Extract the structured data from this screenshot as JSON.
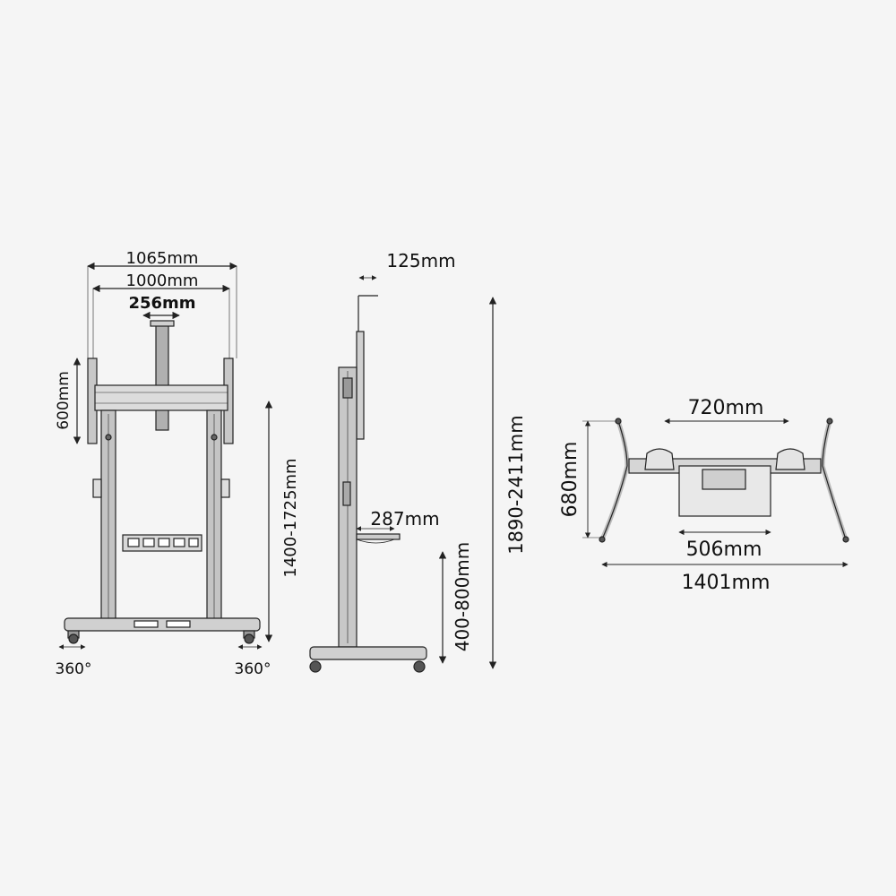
{
  "front_view": {
    "width_outer": "1065mm",
    "width_inner": "1000mm",
    "column_width": "256mm",
    "bracket_height": "600mm",
    "height_range": "1400-1725mm",
    "caster_left": "360°",
    "caster_right": "360°"
  },
  "side_view": {
    "depth_top": "125mm",
    "shelf_depth": "287mm",
    "shelf_height_range": "400-800mm",
    "total_height_range": "1890-2411mm"
  },
  "top_view": {
    "mount_spacing": "720mm",
    "depth": "680mm",
    "inner_width": "506mm",
    "base_width": "1401mm"
  },
  "colors": {
    "background": "#f5f5f5",
    "line": "#222222",
    "metal": "#bdbdbd"
  }
}
